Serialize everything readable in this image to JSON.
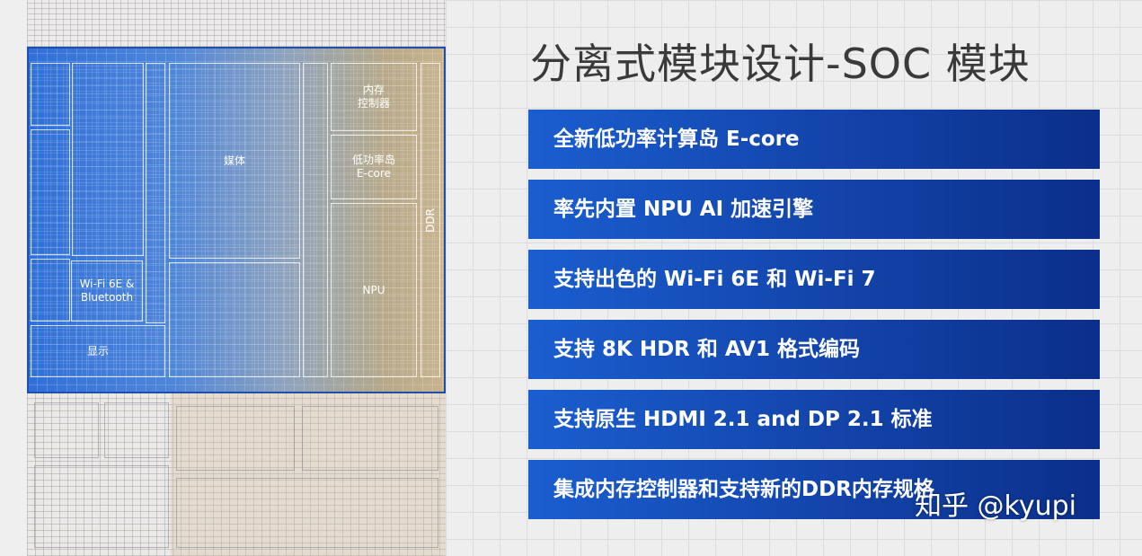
{
  "title": "分离式模块设计-SOC 模块",
  "die_labels": {
    "memory_controller": [
      "内存",
      "控制器"
    ],
    "media": "媒体",
    "low_power_island": [
      "低功率岛",
      "E-core"
    ],
    "ddr": "DDR",
    "wifi_bt": [
      "Wi-Fi 6E &",
      "Bluetooth"
    ],
    "npu": "NPU",
    "display": "显示"
  },
  "features": [
    "全新低功率计算岛 E-core",
    "率先内置 NPU AI 加速引擎",
    "支持出色的 Wi-Fi 6E 和 Wi-Fi 7",
    "支持 8K HDR 和 AV1 格式编码",
    "支持原生 HDMI 2.1 and DP 2.1 标准",
    "集成内存控制器和支持新的DDR内存规格"
  ],
  "watermark": "知乎 @kyupi",
  "colors": {
    "bar_start": "#1a5ecf",
    "bar_end": "#0b2f8a",
    "title_text": "#3a3a3a"
  }
}
